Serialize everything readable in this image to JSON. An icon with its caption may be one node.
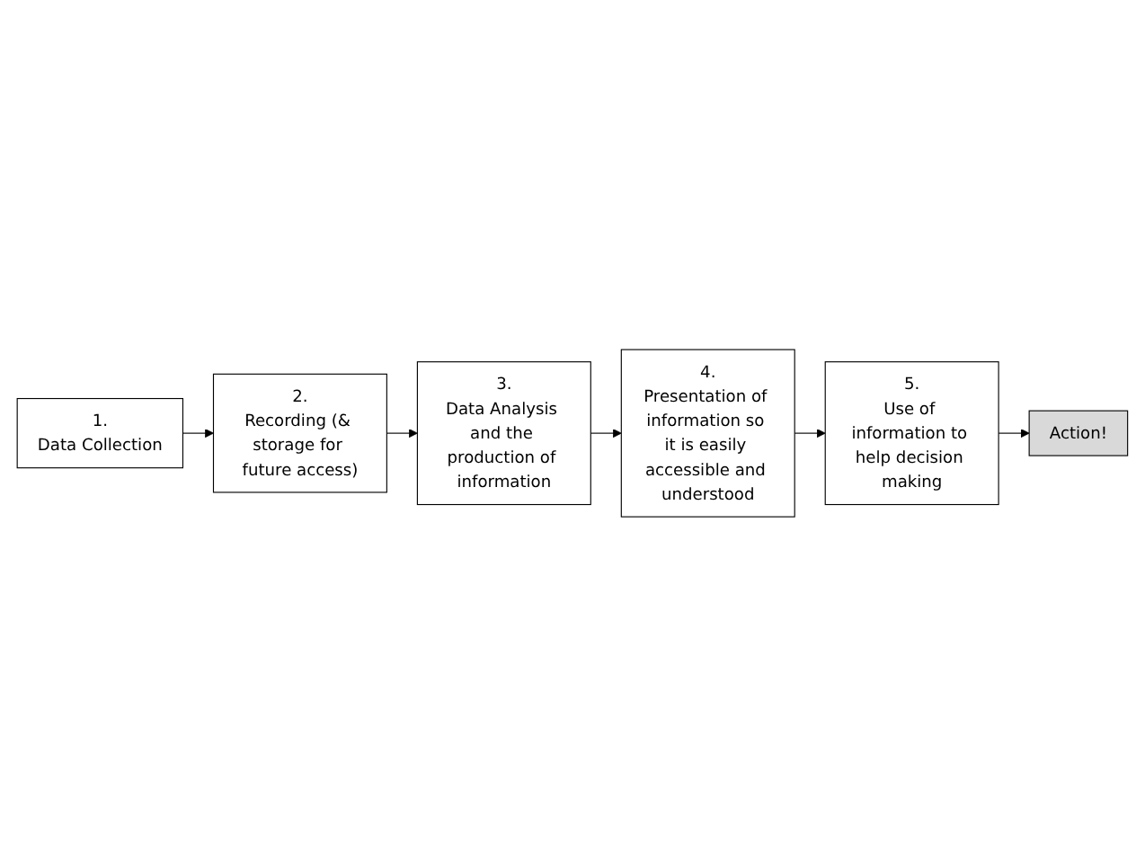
{
  "diagram": {
    "nodes": [
      {
        "text": [
          "1.",
          "Data Collection"
        ]
      },
      {
        "text": [
          "2.",
          "Recording (& storage for future access)"
        ]
      },
      {
        "text": [
          "3.",
          "Data Analysis and the production of information"
        ]
      },
      {
        "text": [
          "4.",
          "Presentation of information so it is easily accessible and understood"
        ]
      },
      {
        "text": [
          "5.",
          "Use of information to help decision making"
        ]
      },
      {
        "text": [
          "Action!"
        ]
      }
    ],
    "edges": [
      {
        "from": 0,
        "to": 1,
        "arrow": "to"
      },
      {
        "from": 1,
        "to": 2,
        "arrow": "to"
      },
      {
        "from": 2,
        "to": 3,
        "arrow": "to"
      },
      {
        "from": 3,
        "to": 4,
        "arrow": "to"
      },
      {
        "from": 4,
        "to": 5,
        "arrow": "to"
      }
    ]
  }
}
